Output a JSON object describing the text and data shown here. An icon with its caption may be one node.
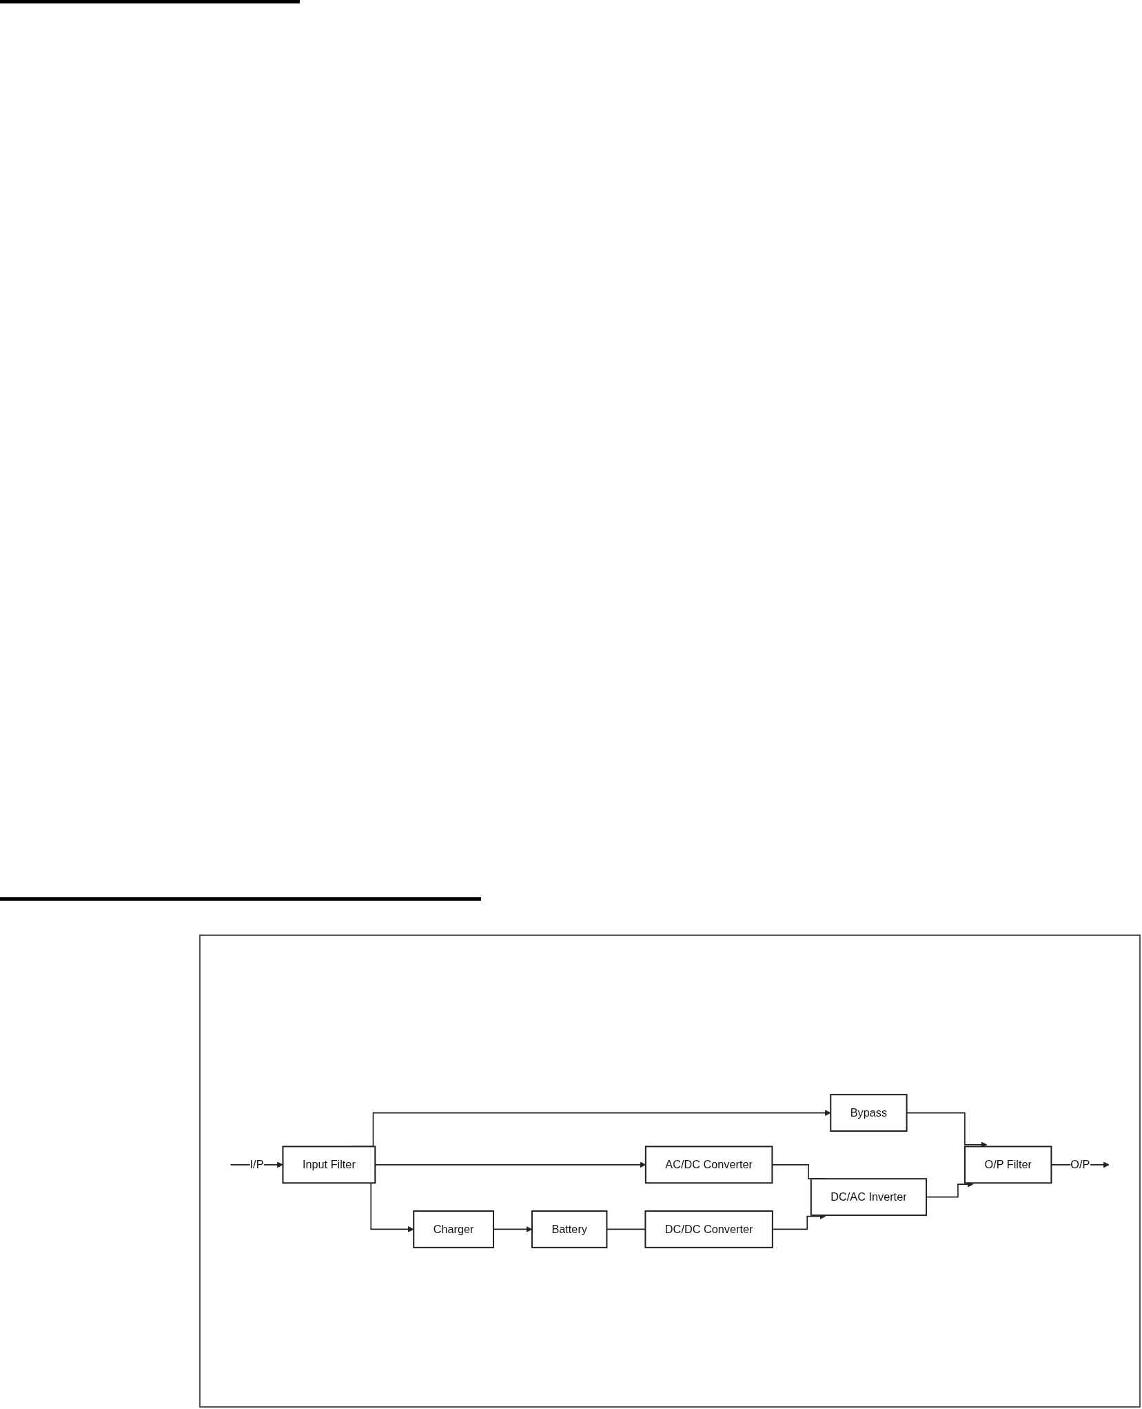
{
  "diagram": {
    "nodes": [
      {
        "text": [
          "Bypass"
        ]
      },
      {
        "text": [
          "Input Filter"
        ]
      },
      {
        "text": [
          "AC/DC Converter"
        ]
      },
      {
        "text": [
          "DC/AC Inverter"
        ]
      },
      {
        "text": [
          "O/P Filter"
        ]
      },
      {
        "text": [
          "Charger"
        ]
      },
      {
        "text": [
          "DC/DC Converter"
        ]
      },
      {
        "text": [
          "Battery"
        ]
      }
    ],
    "edges": [
      {
        "from": null,
        "to": 1,
        "arrow": "to",
        "label": "I/P"
      },
      {
        "from": 1,
        "to": 2,
        "arrow": "to"
      },
      {
        "from": 1,
        "to": 0,
        "arrow": "to"
      },
      {
        "from": 1,
        "to": 5,
        "arrow": "to"
      },
      {
        "from": 0,
        "to": 4,
        "arrow": "to"
      },
      {
        "from": 2,
        "to": 3,
        "arrow": "none"
      },
      {
        "from": 6,
        "to": 3,
        "arrow": "to"
      },
      {
        "from": 3,
        "to": 4,
        "arrow": "to"
      },
      {
        "from": 4,
        "to": null,
        "arrow": "to",
        "label": "O/P"
      },
      {
        "from": 5,
        "to": 7,
        "arrow": "to"
      },
      {
        "from": 7,
        "to": 6,
        "arrow": "none"
      }
    ]
  }
}
